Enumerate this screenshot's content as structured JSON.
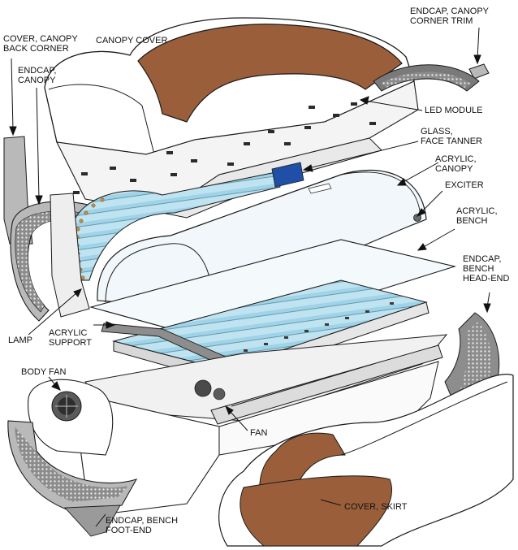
{
  "colors": {
    "outline": "#1a1a1a",
    "brown": "#9a5f3a",
    "light_blue": "#bfe3f0",
    "lamp_blue": "#9fd3e8",
    "blue_panel": "#1f4fa6",
    "gray": "#b9b9b9",
    "dark_gray": "#6b6b6b",
    "white": "#ffffff"
  },
  "labels": {
    "cover_canopy_back_corner": "COVER, CANOPY\nBACK CORNER",
    "canopy_cover": "CANOPY COVER",
    "endcap_canopy_corner_trim": "ENDCAP, CANOPY\nCORNER TRIM",
    "endcap_canopy": "ENDCAP,\nCANOPY",
    "led_module": "LED MODULE",
    "glass_face_tanner": "GLASS,\nFACE TANNER",
    "acrylic_canopy": "ACRYLIC,\nCANOPY",
    "exciter": "EXCITER",
    "acrylic_bench": "ACRYLIC,\nBENCH",
    "endcap_bench_head_end": "ENDCAP,\nBENCH\nHEAD-END",
    "lamp": "LAMP",
    "acrylic_support": "ACRYLIC\nSUPPORT",
    "body_fan": "BODY FAN",
    "fan": "FAN",
    "endcap_bench_foot_end": "ENDCAP, BENCH\nFOOT-END",
    "cover_skirt": "COVER, SKIRT"
  }
}
